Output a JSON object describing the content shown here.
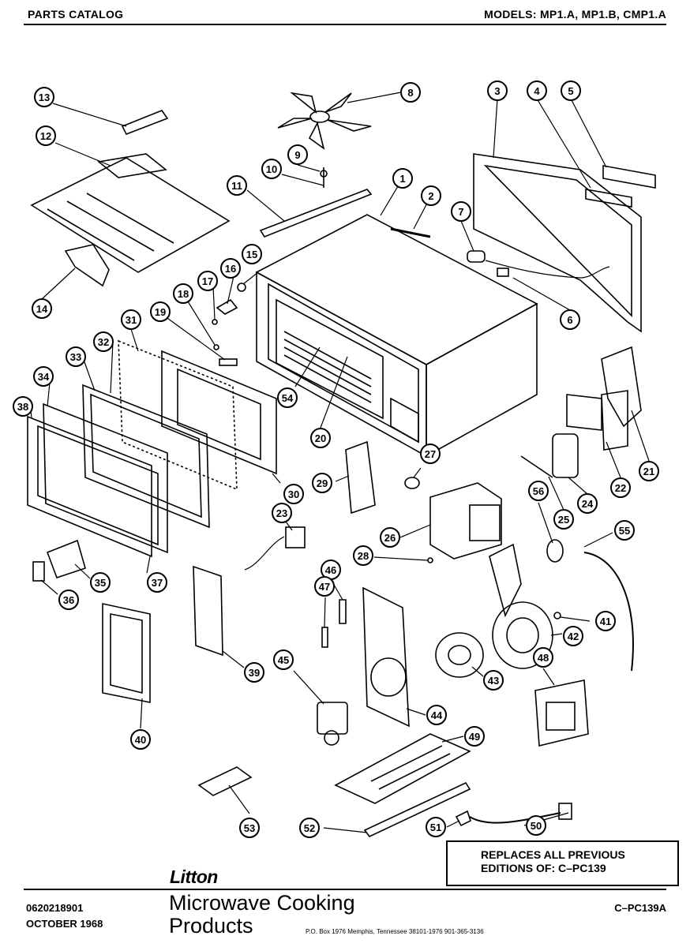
{
  "header": {
    "catalog": "PARTS CATALOG",
    "models": "MODELS:  MP1.A, MP1.B, CMP1.A"
  },
  "callouts": [
    "1",
    "2",
    "3",
    "4",
    "5",
    "6",
    "7",
    "8",
    "9",
    "10",
    "11",
    "12",
    "13",
    "14",
    "15",
    "16",
    "17",
    "18",
    "19",
    "20",
    "21",
    "22",
    "23",
    "24",
    "25",
    "26",
    "27",
    "28",
    "29",
    "30",
    "31",
    "32",
    "33",
    "34",
    "35",
    "36",
    "37",
    "38",
    "39",
    "40",
    "41",
    "42",
    "43",
    "44",
    "45",
    "46",
    "47",
    "48",
    "49",
    "50",
    "51",
    "52",
    "53",
    "54",
    "55",
    "56"
  ],
  "notice": {
    "line1": "REPLACES ALL PREVIOUS",
    "line2": "EDITIONS OF:  C–PC139"
  },
  "footer": {
    "brand": "Litton",
    "catalog_number": "0620218901",
    "date": "OCTOBER 1968",
    "division_line1": "Microwave Cooking",
    "division_line2": "Products",
    "address": "P.O. Box 1976  Memphis, Tennessee 38101-1976     901-365-3136",
    "code": "C–PC139A"
  }
}
